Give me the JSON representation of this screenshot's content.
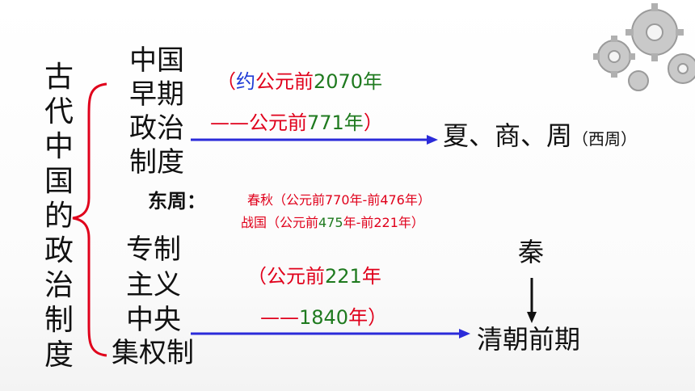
{
  "title_vertical": "古代中国的政治制度",
  "early": {
    "lines": [
      "中国",
      "早期",
      "政治",
      "制度"
    ],
    "date_open_paren": "（",
    "date_yue": "约",
    "date_start": "公元前",
    "date_start_year": "2070年",
    "date_dash": "——",
    "date_end": "公元前",
    "date_end_year": "771年",
    "date_close_paren": "）",
    "result": "夏、商、周",
    "result_note": "（西周）"
  },
  "eastern_zhou": {
    "label": "东周：",
    "line1": "春秋（公元前770年-前476年）",
    "line2_prefix": "战国（公元前",
    "line2_year": "475",
    "line2_suffix": "年-前221年）"
  },
  "autocracy": {
    "lines": [
      "专制",
      "主义",
      "中央",
      "集权制"
    ],
    "date_open": "（公元前",
    "date_start_year": "221",
    "date_start_unit": "年",
    "date_dash": "——",
    "date_end_year": "1840",
    "date_end_unit": "年",
    "date_close": "）",
    "top_label": "秦",
    "result": "清朝前期"
  },
  "colors": {
    "red": "#e0001b",
    "blue": "#1f3bd6",
    "green": "#1f7a1f",
    "arrow": "#2b2bd9"
  }
}
